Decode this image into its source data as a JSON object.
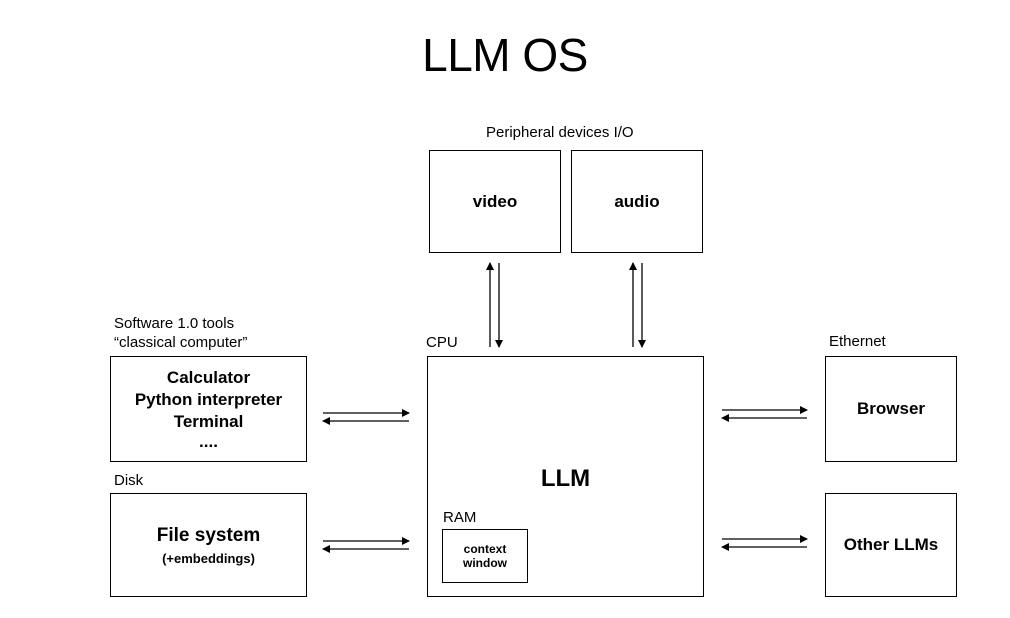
{
  "title": "LLM OS",
  "peripheral": {
    "label": "Peripheral devices I/O",
    "video": "video",
    "audio": "audio"
  },
  "tools": {
    "label_line1": "Software 1.0 tools",
    "label_line2": "“classical computer”",
    "items": [
      "Calculator",
      "Python interpreter",
      "Terminal",
      "...."
    ]
  },
  "disk": {
    "label": "Disk",
    "main": "File system",
    "sub": "(+embeddings)"
  },
  "cpu": {
    "label": "CPU",
    "main": "LLM",
    "ram_label": "RAM",
    "ram_line1": "context",
    "ram_line2": "window"
  },
  "ethernet": {
    "label": "Ethernet",
    "browser": "Browser",
    "other": "Other LLMs"
  }
}
